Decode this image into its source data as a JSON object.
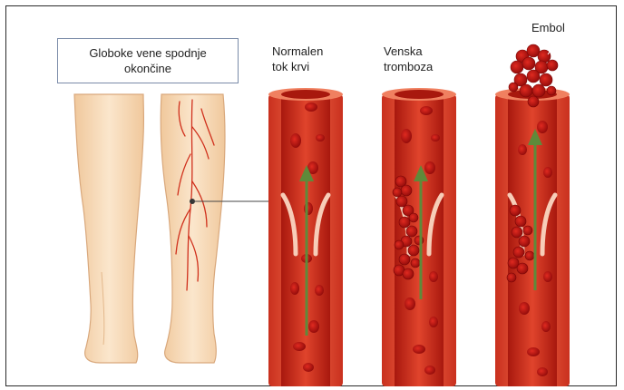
{
  "legs": {
    "line1": "Globoke vene spodnje",
    "line2": "okončine"
  },
  "vessels": [
    {
      "line1": "Normalen",
      "line2": "tok krvi"
    },
    {
      "line1": "Venska",
      "line2": "tromboza"
    },
    {
      "line1": "Embol",
      "line2": ""
    }
  ],
  "colors": {
    "skin": "#f7d9b8",
    "skin_outline": "#d9a87c",
    "vessel_wall": "#e8452e",
    "vessel_inner": "#c8281c",
    "blood_cell": "#b01010",
    "arrow": "#5e8a3a",
    "valve": "#f5c8b0"
  }
}
